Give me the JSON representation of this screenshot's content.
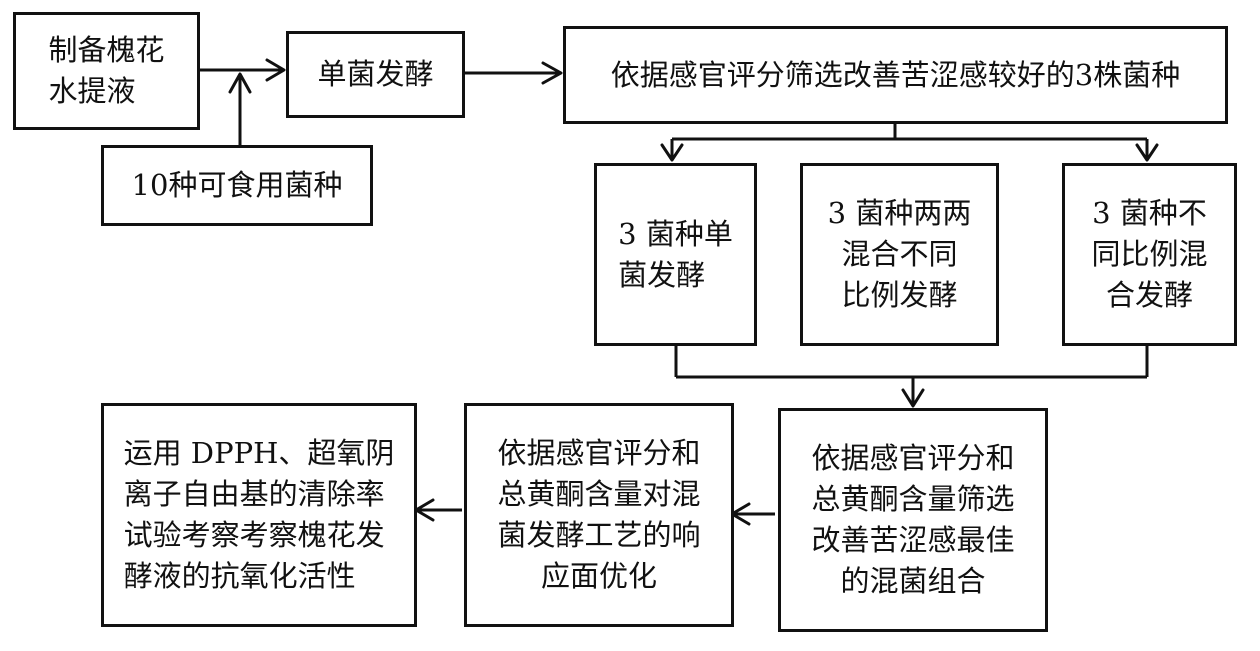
{
  "nodes": {
    "prepare_extract": "制备槐花\n水提液",
    "edible_strains": "10种可食用菌种",
    "single_fermentation": "单菌发酵",
    "screen_three_strains": "依据感官评分筛选改善苦涩感较好的3株菌种",
    "three_single": "3 菌种单\n菌发酵",
    "three_pairwise": "3 菌种两两\n混合不同\n比例发酵",
    "three_ratio_mix": "3 菌种不\n同比例混\n合发酵",
    "best_combination": "依据感官评分和\n总黄酮含量筛选\n改善苦涩感最佳\n的混菌组合",
    "response_surface": "依据感官评分和\n总黄酮含量对混\n菌发酵工艺的响\n应面优化",
    "antioxidant": "运用 DPPH、超氧阴\n离子自由基的清除率\n试验考察考察槐花发\n酵液的抗氧化活性"
  }
}
